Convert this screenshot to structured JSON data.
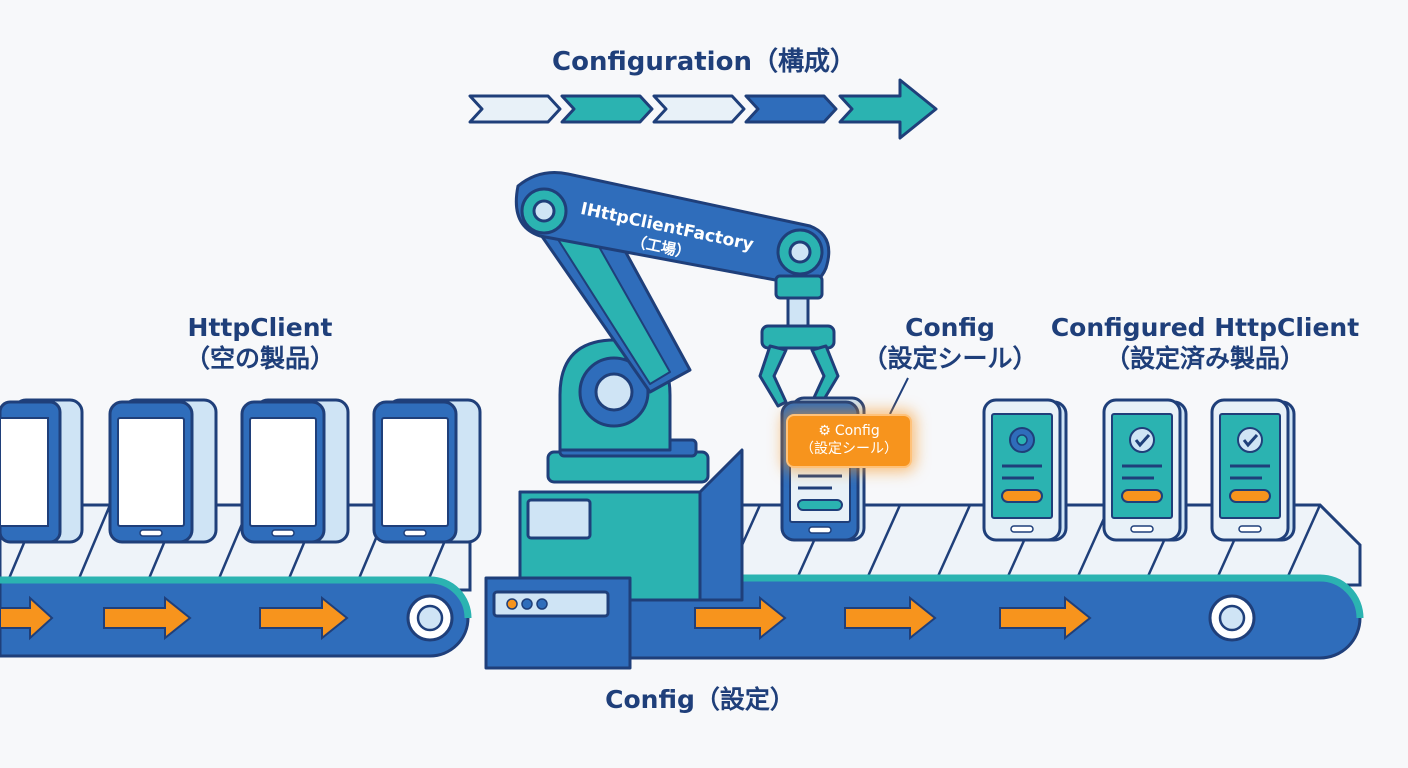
{
  "labels": {
    "top_title": "Configuration（構成）",
    "factory_line1": "IHttpClientFactory",
    "factory_line2": "（工場）",
    "httpclient_line1": "HttpClient",
    "httpclient_line2": "（空の製品）",
    "config_line1": "Config",
    "config_line2": "（設定シール）",
    "configured_line1": "Configured HttpClient",
    "configured_line2": "（設定済み製品）",
    "sticker_line1": "Config",
    "sticker_line2": "（設定シール）",
    "bottom": "Config（設定）"
  },
  "icons": [
    "gear-icon",
    "check-icon",
    "arrow-right-icon",
    "robot-arm",
    "phone-device"
  ],
  "colors": {
    "navy": "#1f3f7a",
    "blue": "#2f6dbb",
    "teal": "#2bb3b1",
    "light_blue": "#cfe4f5",
    "orange": "#f7941d",
    "belt_surface": "#eef3f9"
  }
}
